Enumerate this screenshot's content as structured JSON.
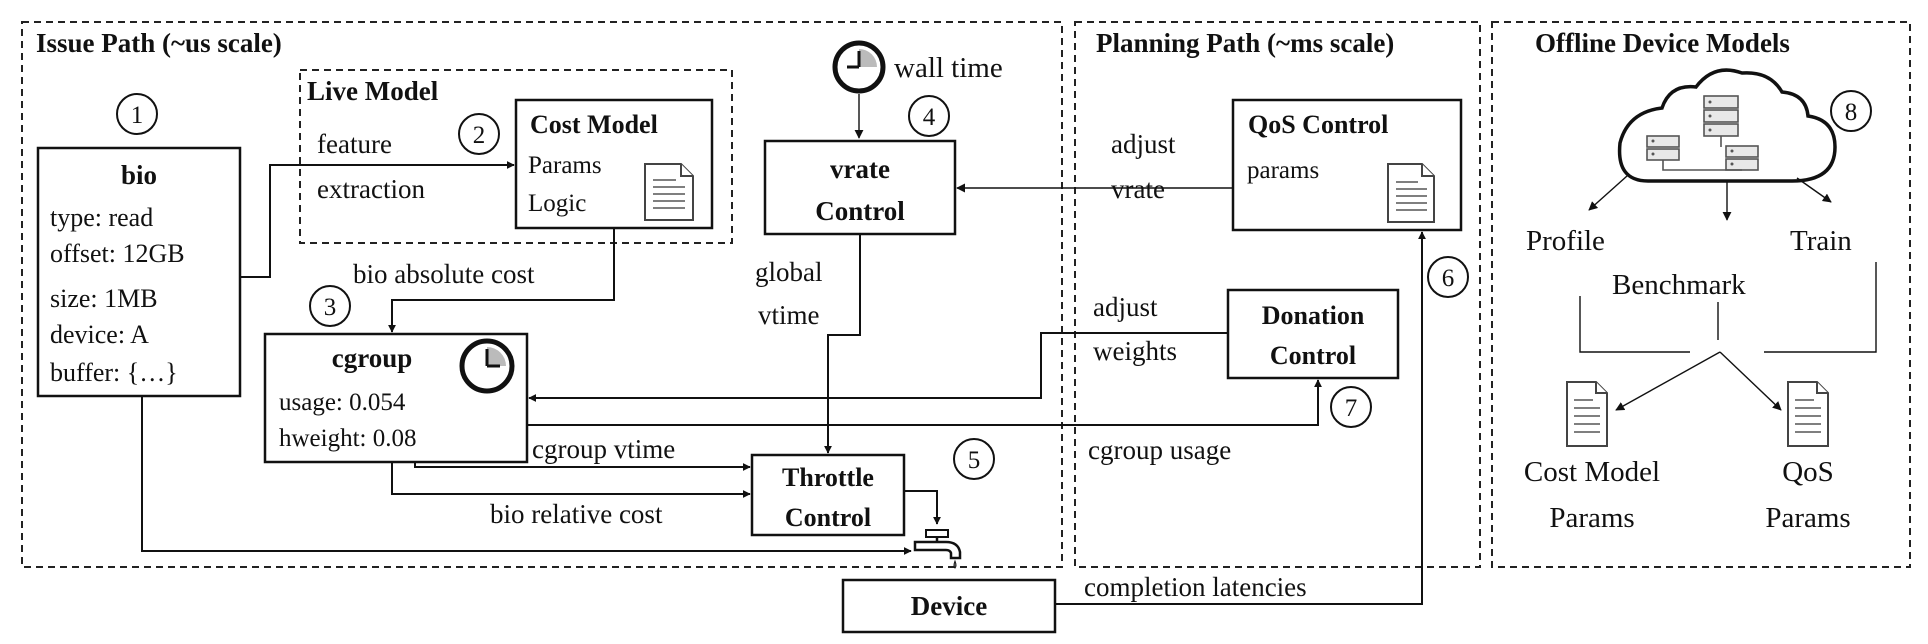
{
  "regions": {
    "issue_path": "Issue Path (~us scale)",
    "planning_path": "Planning Path (~ms scale)",
    "offline_models": "Offline Device Models"
  },
  "step_numbers": [
    "1",
    "2",
    "3",
    "4",
    "5",
    "6",
    "7",
    "8"
  ],
  "live_model": {
    "title": "Live Model",
    "feature_line1": "feature",
    "feature_line2": "extraction"
  },
  "cost_model": {
    "title": "Cost Model",
    "line1": "Params",
    "line2": "Logic"
  },
  "bio": {
    "title": "bio",
    "fields": [
      "type: read",
      "offset: 12GB",
      "size: 1MB",
      "device: A",
      "buffer: {…}"
    ]
  },
  "wall_time": "wall time",
  "vrate_control": {
    "line1": "vrate",
    "line2": "Control"
  },
  "qos_control": {
    "title": "QoS Control",
    "line1": "params"
  },
  "adjust_vrate": {
    "line1": "adjust",
    "line2": "vrate"
  },
  "global_vtime": {
    "line1": "global",
    "line2": "vtime"
  },
  "bio_absolute_cost": "bio absolute cost",
  "cgroup": {
    "title": "cgroup",
    "usage": "usage: 0.054",
    "hweight": "hweight: 0.08"
  },
  "adjust_weights": {
    "line1": "adjust",
    "line2": "weights"
  },
  "donation_control": {
    "line1": "Donation",
    "line2": "Control"
  },
  "cgroup_vtime": "cgroup vtime",
  "cgroup_usage": "cgroup usage",
  "bio_relative_cost": "bio relative cost",
  "throttle_control": {
    "line1": "Throttle",
    "line2": "Control"
  },
  "device": "Device",
  "completion_latencies": "completion latencies",
  "offline": {
    "profile": "Profile",
    "train": "Train",
    "benchmark": "Benchmark",
    "cost_model_params": {
      "line1": "Cost Model",
      "line2": "Params"
    },
    "qos_params": {
      "line1": "QoS",
      "line2": "Params"
    }
  },
  "icons": [
    "clock-icon",
    "document-icon",
    "cloud-server-icon",
    "faucet-icon"
  ]
}
